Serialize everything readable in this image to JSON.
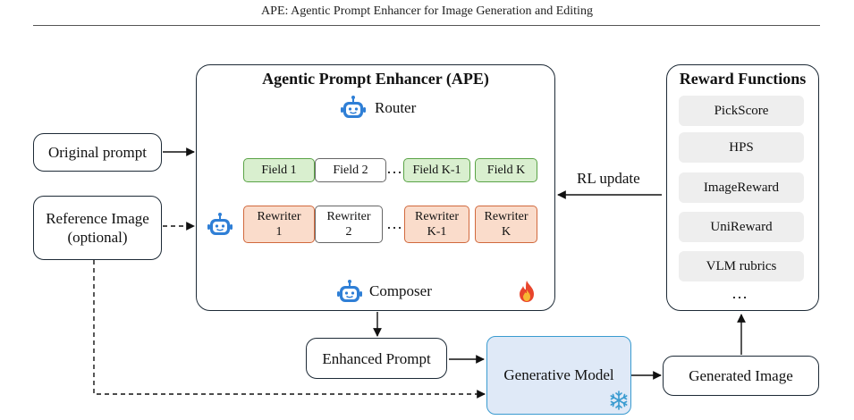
{
  "header": {
    "title": "APE: Agentic Prompt Enhancer for Image Generation and Editing"
  },
  "inputs": {
    "original_prompt": "Original prompt",
    "reference_image_line1": "Reference Image",
    "reference_image_line2": "(optional)"
  },
  "ape": {
    "title": "Agentic Prompt Enhancer (APE)",
    "router": "Router",
    "composer": "Composer",
    "fields": [
      "Field 1",
      "Field 2",
      "Field K-1",
      "Field K"
    ],
    "rewriters": [
      {
        "line1": "Rewriter",
        "line2": "1"
      },
      {
        "line1": "Rewriter",
        "line2": "2"
      },
      {
        "line1": "Rewriter",
        "line2": "K-1"
      },
      {
        "line1": "Rewriter",
        "line2": "K"
      }
    ],
    "ellipsis": "…"
  },
  "rewards": {
    "title": "Reward Functions",
    "items": [
      "PickScore",
      "HPS",
      "ImageReward",
      "UniReward",
      "VLM rubrics"
    ],
    "ellipsis": "…"
  },
  "rl_update": "RL update",
  "enhanced_prompt": "Enhanced Prompt",
  "generative_model": "Generative Model",
  "generated_image": "Generated Image",
  "icons": {
    "robot": "robot-icon",
    "fire": "fire-icon",
    "snowflake": "snowflake-icon"
  },
  "colors": {
    "field_fill": "#d9efcf",
    "field_border": "#5aa346",
    "rewriter_fill": "#fadccb",
    "rewriter_border": "#d1693d",
    "model_fill": "#dfe9f7",
    "model_border": "#3a9bd0",
    "robot": "#2f7fd6"
  }
}
